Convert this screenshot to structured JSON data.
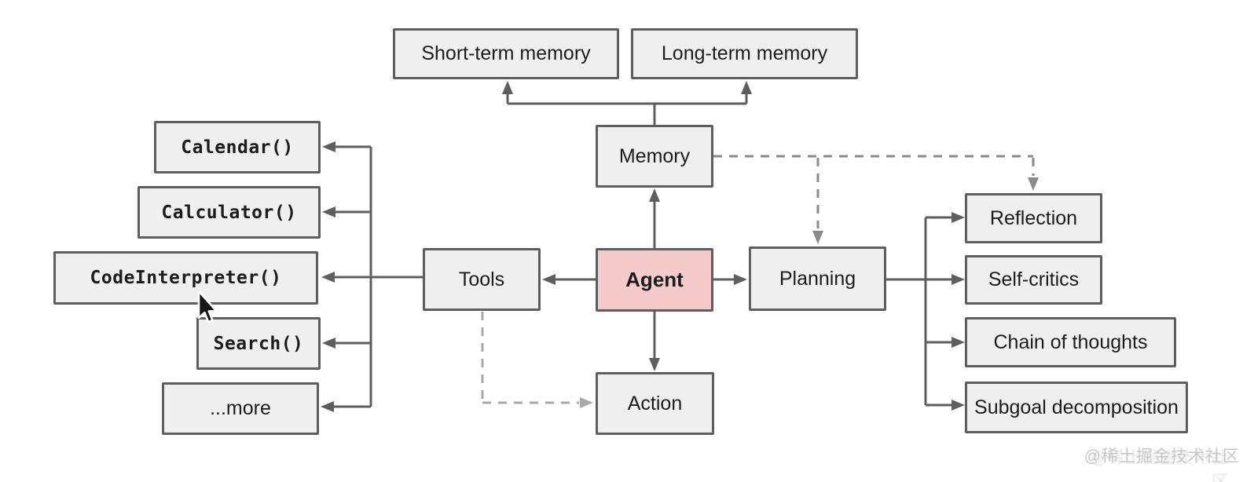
{
  "nodes": {
    "short_term_memory": {
      "label": "Short-term memory"
    },
    "long_term_memory": {
      "label": "Long-term memory"
    },
    "memory": {
      "label": "Memory"
    },
    "agent": {
      "label": "Agent"
    },
    "tools": {
      "label": "Tools"
    },
    "planning": {
      "label": "Planning"
    },
    "action": {
      "label": "Action"
    },
    "calendar": {
      "label": "Calendar()"
    },
    "calculator": {
      "label": "Calculator()"
    },
    "code_interpreter": {
      "label": "CodeInterpreter()"
    },
    "search": {
      "label": "Search()"
    },
    "more": {
      "label": "...more"
    },
    "reflection": {
      "label": "Reflection"
    },
    "self_critics": {
      "label": "Self-critics"
    },
    "chain_of_thoughts": {
      "label": "Chain of thoughts"
    },
    "subgoal_decomposition": {
      "label": "Subgoal decomposition"
    }
  },
  "edges": [
    {
      "from": "agent",
      "to": "memory",
      "style": "solid-arrow"
    },
    {
      "from": "memory",
      "to": "short_term_memory",
      "style": "solid-arrow"
    },
    {
      "from": "memory",
      "to": "long_term_memory",
      "style": "solid-arrow"
    },
    {
      "from": "agent",
      "to": "tools",
      "style": "solid-arrow"
    },
    {
      "from": "agent",
      "to": "planning",
      "style": "solid-arrow"
    },
    {
      "from": "agent",
      "to": "action",
      "style": "solid-arrow"
    },
    {
      "from": "tools",
      "to": "calendar",
      "style": "solid-arrow"
    },
    {
      "from": "tools",
      "to": "calculator",
      "style": "solid-arrow"
    },
    {
      "from": "tools",
      "to": "code_interpreter",
      "style": "solid-arrow"
    },
    {
      "from": "tools",
      "to": "search",
      "style": "solid-arrow"
    },
    {
      "from": "tools",
      "to": "more",
      "style": "solid-arrow"
    },
    {
      "from": "planning",
      "to": "reflection",
      "style": "solid-arrow"
    },
    {
      "from": "planning",
      "to": "self_critics",
      "style": "solid-arrow"
    },
    {
      "from": "planning",
      "to": "chain_of_thoughts",
      "style": "solid-arrow"
    },
    {
      "from": "planning",
      "to": "subgoal_decomposition",
      "style": "solid-arrow"
    },
    {
      "from": "memory",
      "to": "planning",
      "style": "dashed-arrow"
    },
    {
      "from": "memory",
      "to": "reflection",
      "style": "dashed-arrow"
    },
    {
      "from": "tools",
      "to": "action",
      "style": "dashed-arrow"
    }
  ],
  "watermark": {
    "text": "@稀土掘金技术社区"
  },
  "colors": {
    "box_fill": "#efefef",
    "box_border": "#5e5e5e",
    "agent_fill": "#f5caca",
    "solid_line": "#5e5e5e",
    "dashed_line": "#8a8a8a",
    "dashed_line_light": "#a8a8a8",
    "watermark": "#c7c7c7",
    "background": "#ffffff"
  }
}
